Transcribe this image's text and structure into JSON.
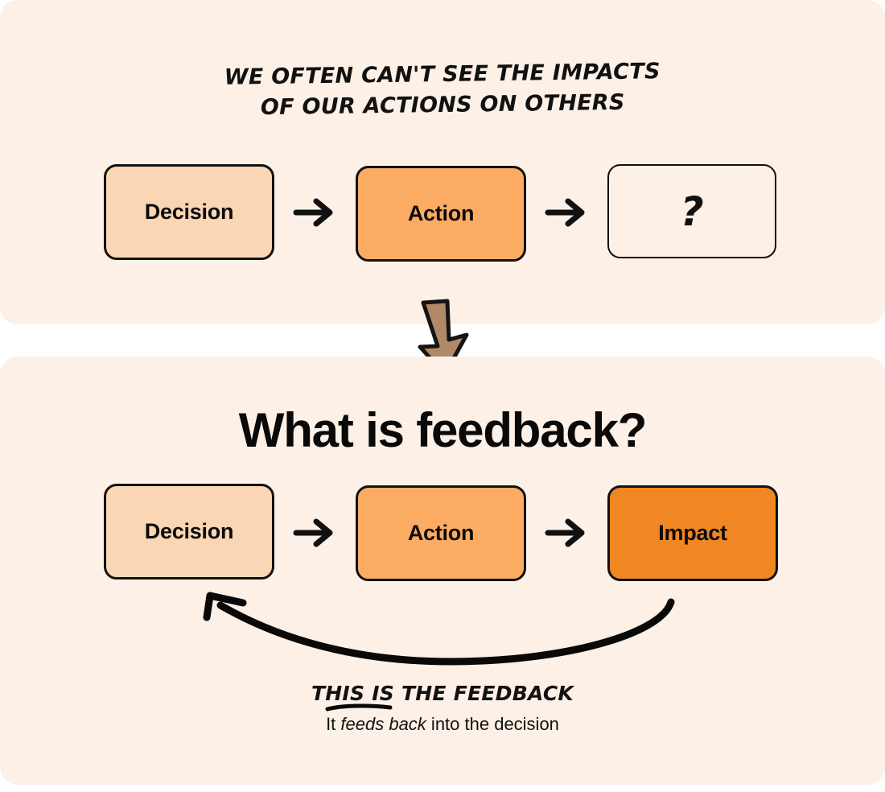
{
  "theme": {
    "page_background": "#ffffff",
    "panel_background": "#FDF0E6",
    "ink": "#111111",
    "decision_fill": "#FAD6B4",
    "action_fill": "#FBAC62",
    "impact_fill": "#F08722",
    "transition_arrow_fill": "#B08968"
  },
  "top_panel": {
    "kicker_line1": "WE OFTEN CAN'T SEE THE IMPACTS",
    "kicker_line2": "OF OUR ACTIONS ON OTHERS",
    "flow": [
      {
        "label": "Decision",
        "style": "decision"
      },
      {
        "label": "Action",
        "style": "action"
      },
      {
        "label": "?",
        "style": "unknown"
      }
    ],
    "connector_icon": "arrow-right-icon"
  },
  "transition": {
    "icon": "arrow-down-icon"
  },
  "bottom_panel": {
    "title": "What is feedback?",
    "flow": [
      {
        "label": "Decision",
        "style": "decision"
      },
      {
        "label": "Action",
        "style": "action"
      },
      {
        "label": "Impact",
        "style": "impact"
      }
    ],
    "connector_icon": "arrow-right-icon",
    "loop_icon": "curved-arrow-left-icon",
    "caption_brush": "THIS IS THE FEEDBACK",
    "caption_sub_pre": "It ",
    "caption_sub_em": "feeds back",
    "caption_sub_post": " into the decision"
  }
}
